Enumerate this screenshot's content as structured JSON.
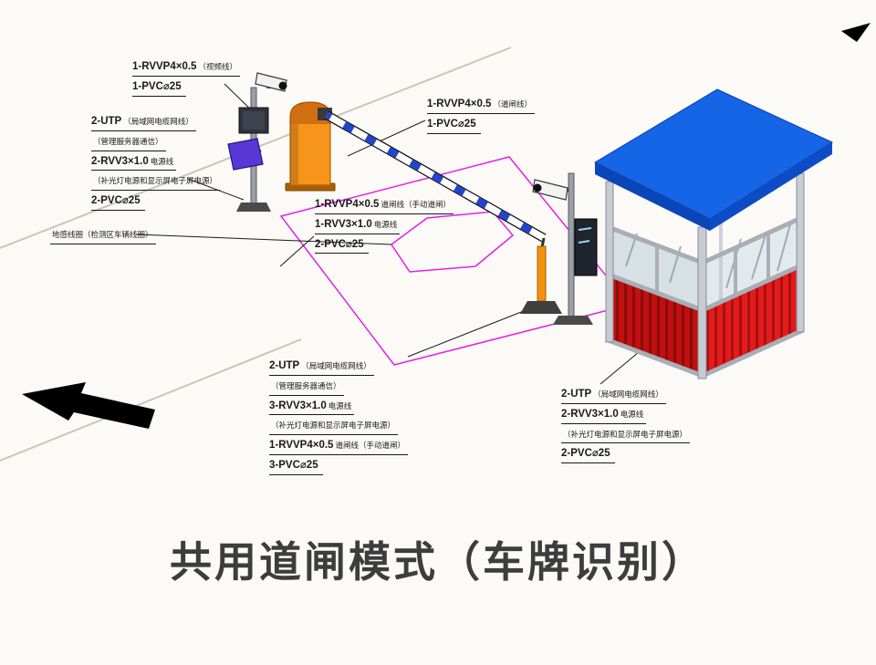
{
  "title": "共用道闸模式（车牌识别）",
  "colors": {
    "bg": "#fbfaf7",
    "ink": "#1a1a1a",
    "titleInk": "#3d3d3d",
    "road": "#c9c5bd",
    "zone": "#e81ee8",
    "machineOrange": "#f7941d",
    "armBlue": "#2244cc",
    "roofBlue": "#1565e6",
    "roofBlueDark": "#0b46b8",
    "panelRed": "#c01010",
    "panelRedBright": "#e31b1b",
    "bollardOrange": "#f29111",
    "floodPurple": "#5738d6"
  },
  "elements": [
    "license-plate-camera",
    "barrier-gate",
    "barrier-arm",
    "led-display-pole",
    "arm-rest-post",
    "guard-booth",
    "detection-zone",
    "ground-loop",
    "direction-arrow",
    "north-arrow"
  ],
  "annotations": {
    "camera_cable": {
      "lines": [
        {
          "code": "1-RVVP4×0.5",
          "note": "（视频线）"
        },
        {
          "code": "1-PVC⌀25",
          "note": ""
        }
      ]
    },
    "pole_cable": {
      "lines": [
        {
          "code": "2-UTP",
          "note": "（局域网电缆网线）"
        },
        {
          "code": "",
          "note": "（管理服务器通信）"
        },
        {
          "code": "2-RVV3×1.0",
          "note": "电源线"
        },
        {
          "code": "",
          "note": "（补光灯电源和显示屏电子屏电源）"
        },
        {
          "code": "2-PVC⌀25",
          "note": ""
        }
      ]
    },
    "barrier_control": {
      "lines": [
        {
          "code": "1-RVVP4×0.5",
          "note": "（道闸线）"
        },
        {
          "code": "1-PVC⌀25",
          "note": ""
        }
      ]
    },
    "barrier_power": {
      "lines": [
        {
          "code": "1-RVVP4×0.5",
          "note": "道闸线（手动道闸）"
        },
        {
          "code": "1-RVV3×1.0",
          "note": "电源线"
        },
        {
          "code": "2-PVC⌀25",
          "note": ""
        }
      ]
    },
    "ground_loop": {
      "lines": [
        {
          "code": "",
          "note": "地感线圈（检测区车辆线圈）"
        }
      ]
    },
    "island_cable": {
      "lines": [
        {
          "code": "2-UTP",
          "note": "（局域网电缆网线）"
        },
        {
          "code": "",
          "note": "（管理服务器通信）"
        },
        {
          "code": "3-RVV3×1.0",
          "note": "电源线"
        },
        {
          "code": "",
          "note": "（补光灯电源和显示屏电子屏电源）"
        },
        {
          "code": "1-RVVP4×0.5",
          "note": "道闸线（手动道闸）"
        },
        {
          "code": "3-PVC⌀25",
          "note": ""
        }
      ]
    },
    "booth_cable": {
      "lines": [
        {
          "code": "2-UTP",
          "note": "（局域网电缆网线）"
        },
        {
          "code": "2-RVV3×1.0",
          "note": "电源线"
        },
        {
          "code": "",
          "note": "（补光灯电源和显示屏电子屏电源）"
        },
        {
          "code": "2-PVC⌀25",
          "note": ""
        }
      ]
    }
  }
}
